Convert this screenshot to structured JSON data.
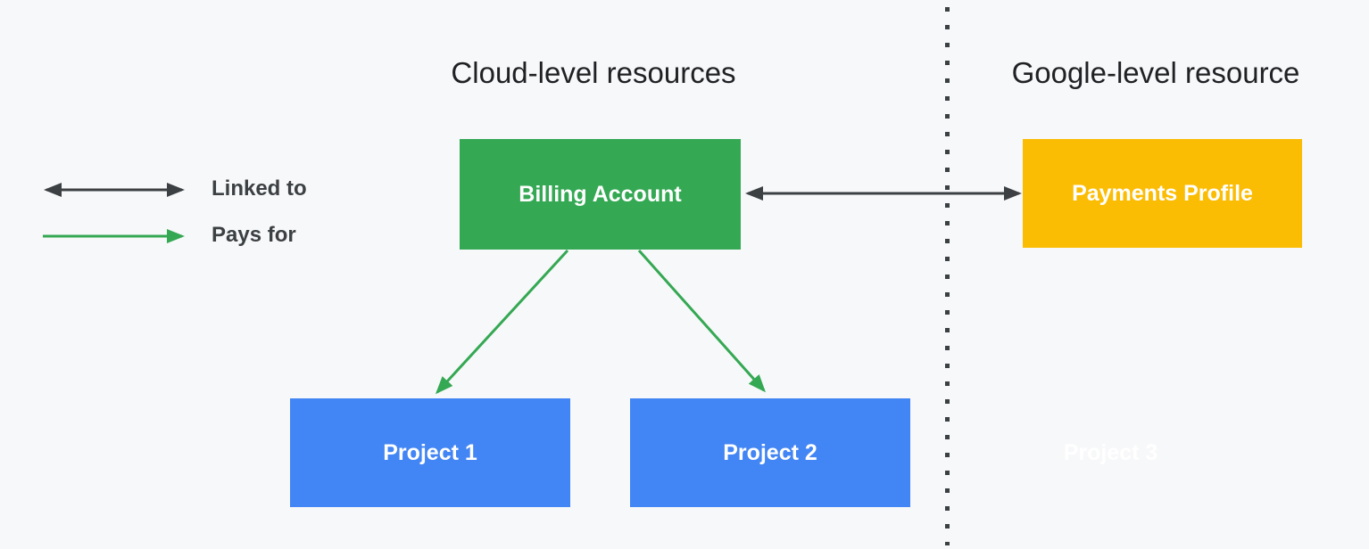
{
  "diagram": {
    "sections": {
      "cloud": {
        "title": "Cloud-level resources"
      },
      "google": {
        "title": "Google-level resource"
      }
    },
    "legend": {
      "linked_to": {
        "label": "Linked to",
        "arrow_style": "double-headed",
        "color": "#3C4043"
      },
      "pays_for": {
        "label": "Pays for",
        "arrow_style": "single-headed",
        "color": "#34A853"
      }
    },
    "nodes": {
      "billing_account": {
        "label": "Billing Account",
        "fill": "#34A853",
        "text_color": "#FFFFFF",
        "section": "cloud"
      },
      "payments_profile": {
        "label": "Payments Profile",
        "fill": "#FBBC04",
        "text_color": "#FFFFFF",
        "section": "google"
      },
      "project_1": {
        "label": "Project 1",
        "fill": "#4285F4",
        "text_color": "#FFFFFF",
        "section": "cloud"
      },
      "project_2": {
        "label": "Project 2",
        "fill": "#4285F4",
        "text_color": "#FFFFFF",
        "section": "cloud"
      },
      "project_3": {
        "label": "Project 3",
        "fill": "none",
        "text_color": "#FFFFFF",
        "section": "google"
      }
    },
    "edges": [
      {
        "from": "billing_account",
        "to": "payments_profile",
        "relation": "Linked to",
        "color": "#3C4043"
      },
      {
        "from": "billing_account",
        "to": "project_1",
        "relation": "Pays for",
        "color": "#34A853"
      },
      {
        "from": "billing_account",
        "to": "project_2",
        "relation": "Pays for",
        "color": "#34A853"
      }
    ],
    "separator": {
      "style": "dotted",
      "color": "#3C4043"
    },
    "palette": {
      "background": "#F7F8F9",
      "title_text": "#202124",
      "legend_text": "#3C4043",
      "green": "#34A853",
      "blue": "#4285F4",
      "yellow": "#FBBC04",
      "arrow_dark": "#3C4043"
    }
  }
}
